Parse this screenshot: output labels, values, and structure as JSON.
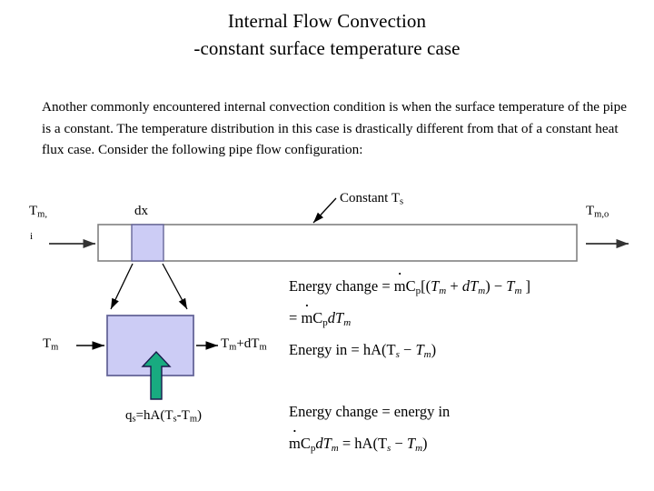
{
  "slide": {
    "title_lines": [
      "Internal Flow Convection",
      "-constant surface temperature case"
    ],
    "paragraph": "Another commonly encountered internal convection condition is when the surface temperature of the pipe is a constant.  The temperature distribution in this case is drastically different from that of a constant heat flux case.  Consider the following pipe flow configuration:"
  },
  "figure": {
    "inlet_label_main": "T",
    "inlet_label_sub": "m,",
    "inlet_label_sub2": "i",
    "dx_label": "dx",
    "constant_ts_label_main": "Constant T",
    "constant_ts_label_sub": "s",
    "outlet_label_main": "T",
    "outlet_label_sub": "m,o",
    "cv_inlet_label_main": "T",
    "cv_inlet_label_sub": "m",
    "cv_outlet_label": "T",
    "cv_outlet_sub1": "m",
    "cv_outlet_plus": "+dT",
    "cv_outlet_sub2": "m",
    "heat_flux_label_parts": {
      "q": "q",
      "q_sub": "s",
      "eq": "=hA(T",
      "ts_sub": "s",
      "minus": "-T",
      "tm_sub": "m",
      "close": ")"
    },
    "colors": {
      "fill": "#ccccf5",
      "pipe_stroke": "#808080",
      "box_stroke": "#666699",
      "arrow_green": "#18ab80",
      "arrow_green_stroke": "#1a1a4d",
      "line": "#000000"
    }
  },
  "equations": {
    "eq1": {
      "lhs": "Energy change = ",
      "mdot": "m",
      "cp": "C",
      "cp_sub": "p",
      "bracket_open": "[(",
      "t1": "T",
      "t1_sub": "m",
      "plus": " + ",
      "dt": "dT",
      "dt_sub": "m",
      "close_paren": ") − ",
      "t2": "T",
      "t2_sub": "m",
      "bracket_close": " ]"
    },
    "eq2": {
      "eqsign": "= ",
      "mdot": "m",
      "cp": "C",
      "cp_sub": "p",
      "dt": "dT",
      "dt_sub": "m"
    },
    "eq3": {
      "lhs": "Energy in = hA(T",
      "ts_sub": "s",
      "minus": " − ",
      "tm": "T",
      "tm_sub": "m",
      "close": ")"
    },
    "eq4": {
      "text": "Energy change = energy in"
    },
    "eq5": {
      "mdot": "m",
      "cp": "C",
      "cp_sub": "p",
      "dt": "dT",
      "dt_sub": "m",
      "eqsign": " = hA(T",
      "ts_sub": "s",
      "minus": " − ",
      "tm": "T",
      "tm_sub": "m",
      "close": ")"
    }
  }
}
